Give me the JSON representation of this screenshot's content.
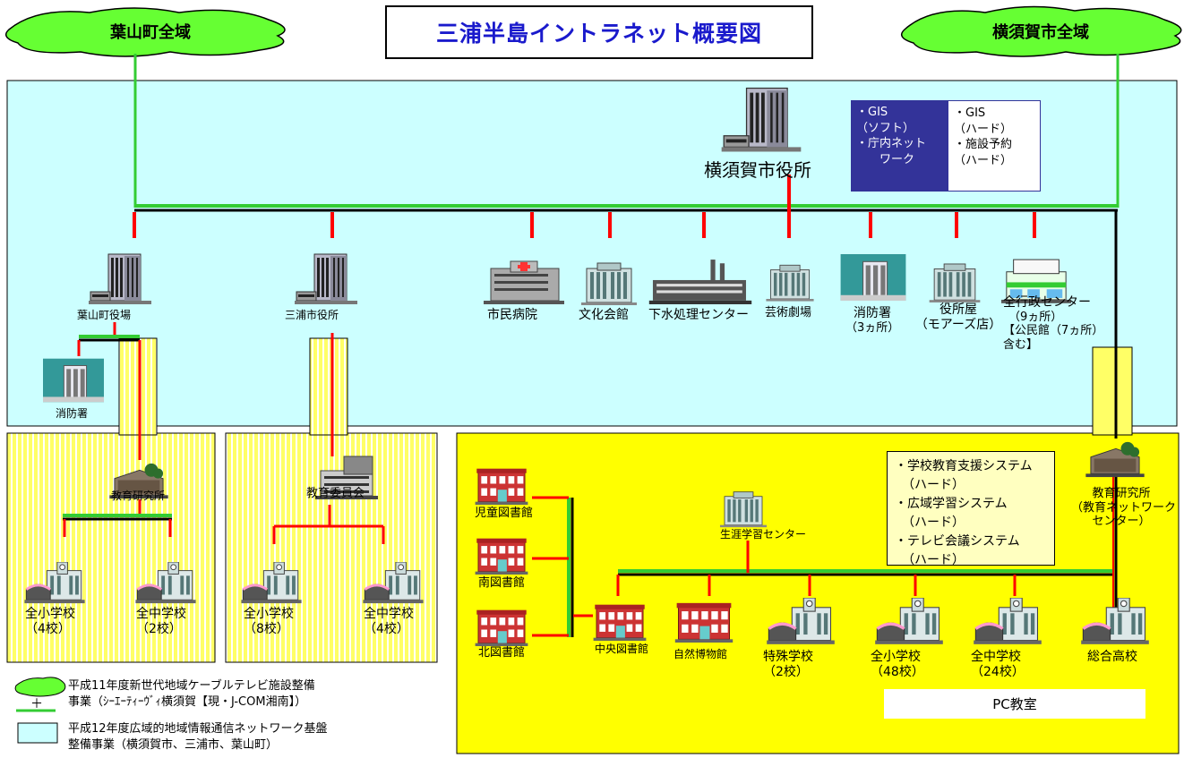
{
  "title": "三浦半島イントラネット概要図",
  "clouds": {
    "hayama": "葉山町全域",
    "yokosuka": "横須賀市全域"
  },
  "city_hall": {
    "label": "横須賀市役所",
    "dark_box": [
      "・GIS",
      "（ソフト）",
      "・庁内ネット",
      "ワーク"
    ],
    "light_box": [
      "・GIS",
      "（ハード）",
      "・施設予約",
      "（ハード）"
    ]
  },
  "facilities": [
    {
      "id": "shimin-byoin",
      "label": "市民病院"
    },
    {
      "id": "bunka-kaikan",
      "label": "文化会館"
    },
    {
      "id": "gesui",
      "label": "下水処理センター"
    },
    {
      "id": "geijutsu",
      "label": "芸術劇場"
    },
    {
      "id": "shobosho",
      "label": "消防署",
      "sub": "（3ヵ所）"
    },
    {
      "id": "yakushoya",
      "label": "役所屋",
      "sub": "（モアーズ店）"
    },
    {
      "id": "gyosei",
      "label": "全行政センター",
      "sub": "（9ヵ所）",
      "sub2": "【公民館（7ヵ所）",
      "sub3": "含む】"
    }
  ],
  "hayama": {
    "town_hall": "葉山町役場",
    "fire": "消防署",
    "research": "教育研究所",
    "elem": "全小学校",
    "elem_count": "（4校）",
    "junior": "全中学校",
    "junior_count": "（2校）"
  },
  "miura": {
    "city_hall": "三浦市役所",
    "board": "教育委員会",
    "elem": "全小学校",
    "elem_count": "（8校）",
    "junior": "全中学校",
    "junior_count": "（4校）"
  },
  "yokosuka_edu": {
    "libraries": [
      "児童図書館",
      "南図書館",
      "北図書館"
    ],
    "central_library": "中央図書館",
    "lifelong": "生涯学習センター",
    "museum": "自然博物館",
    "special": "特殊学校",
    "special_count": "（2校）",
    "elem": "全小学校",
    "elem_count": "（48校）",
    "junior": "全中学校",
    "junior_count": "（24校）",
    "high": "総合高校",
    "research": "教育研究所",
    "research_sub": "（教育ネットワーク",
    "research_sub2": "センター）",
    "systems": [
      "・学校教育支援システム",
      "（ハード）",
      "・広域学習システム",
      "（ハード）",
      "・テレビ会議システム",
      "（ハード）"
    ],
    "pc_room": "PC教室"
  },
  "legend": {
    "item1_line1": "平成11年度新世代地域ケーブルテレビ施設整備",
    "item1_line2": "事業（ｼｰｴｰﾃｨｰｳﾞｨ横須賀【現・J-COM湘南】）",
    "plus_sign": "＋",
    "item2_line1": "平成12年度広域的地域情報通信ネットワーク基盤",
    "item2_line2": "整備事業（横須賀市、三浦市、葉山町）"
  },
  "colors": {
    "cloud": "#66ff33",
    "backbone_green": "#33cc33",
    "link_red": "#ff0000",
    "region_cyan": "#ccffff",
    "region_yellow": "#ffff00",
    "dark_box": "#333399",
    "title_text": "#1a1acc"
  }
}
